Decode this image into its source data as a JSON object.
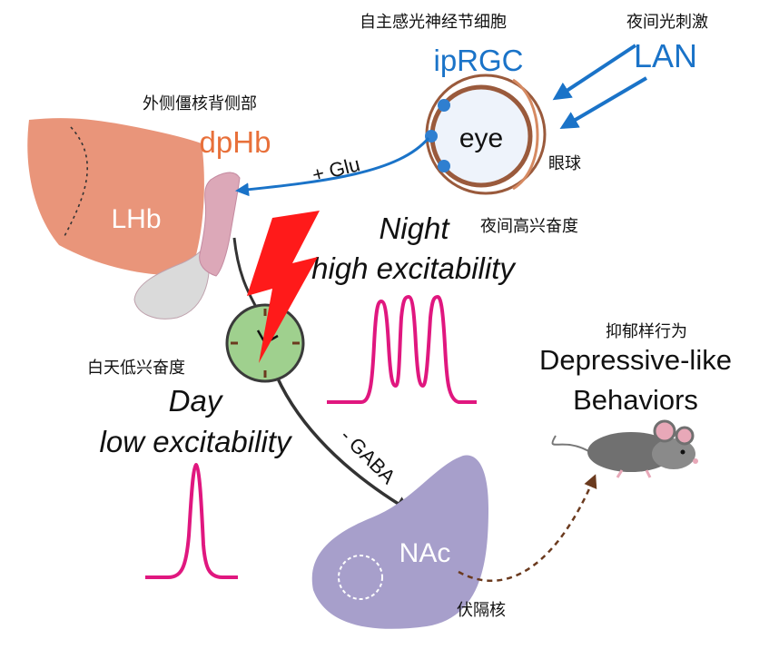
{
  "labels": {
    "iprgc_cn": "自主感光神经节细胞",
    "iprgc": "ipRGC",
    "lan_cn": "夜间光刺激",
    "lan": "LAN",
    "dphb_cn": "外侧僵核背侧部",
    "dphb": "dpHb",
    "eye": "eye",
    "eye_cn": "眼球",
    "glu": "+ Glu",
    "lhb": "LHb",
    "night_cn": "夜间高兴奋度",
    "night_line1": "Night",
    "night_line2": "high excitability",
    "day_cn": "白天低兴奋度",
    "day_line1": "Day",
    "day_line2": "low excitability",
    "gaba": "- GABA",
    "depressive_cn": "抑郁样行为",
    "depressive_line1": "Depressive-like",
    "depressive_line2": "Behaviors",
    "nac": "NAc",
    "nac_cn": "伏隔核"
  },
  "colors": {
    "blue": "#1a73c8",
    "orange": "#e8703a",
    "lhb_fill": "#e9957a",
    "dphb_fill": "#dca8b8",
    "tail_fill": "#dadada",
    "nac_fill": "#a79fcb",
    "clock_fill": "#9fd08e",
    "spike": "#e0177f",
    "bolt": "#ff1a1a",
    "mouse": "#707070",
    "mouse_ear": "#e8a8b8",
    "arrow_dark": "#333333",
    "dashed_brown": "#6b3a1e"
  },
  "icons": [
    "lightning-bolt-icon",
    "clock-icon",
    "mouse-icon",
    "eye-icon"
  ]
}
